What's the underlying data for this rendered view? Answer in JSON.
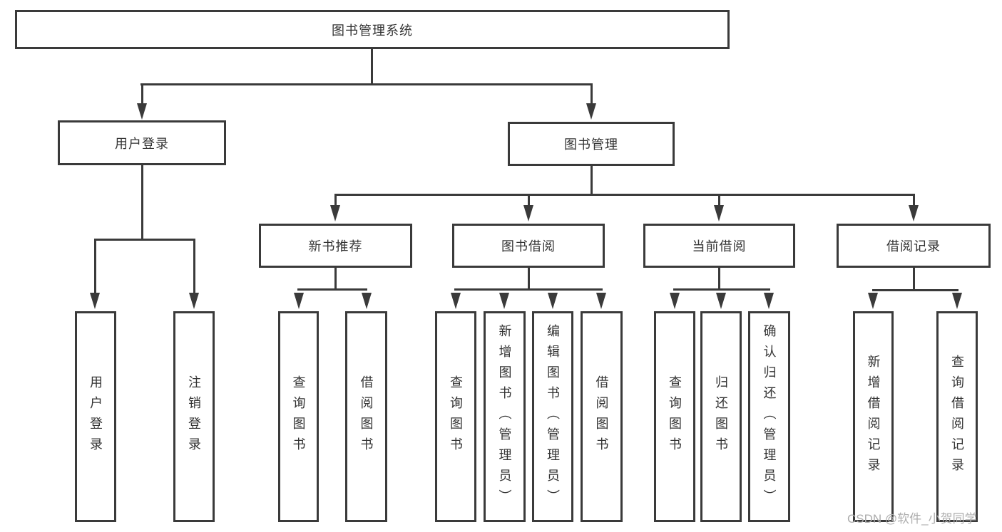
{
  "colors": {
    "line": "#3a3a3a",
    "box_border": "#3a3a3a",
    "text": "#333333",
    "watermark": "#adadad",
    "background": "#ffffff"
  },
  "watermark": {
    "text": "CSDN @软件_小贺同学"
  },
  "tree": {
    "root": {
      "label": "图书管理系统",
      "children": [
        {
          "label": "用户登录",
          "children": [
            {
              "label": "用户登录"
            },
            {
              "label": "注销登录"
            }
          ]
        },
        {
          "label": "图书管理",
          "children": [
            {
              "label": "新书推荐",
              "children": [
                {
                  "label": "查询图书"
                },
                {
                  "label": "借阅图书"
                }
              ]
            },
            {
              "label": "图书借阅",
              "children": [
                {
                  "label": "查询图书"
                },
                {
                  "label": "新增图书（管理员）"
                },
                {
                  "label": "编辑图书（管理员）"
                },
                {
                  "label": "借阅图书"
                }
              ]
            },
            {
              "label": "当前借阅",
              "children": [
                {
                  "label": "查询图书"
                },
                {
                  "label": "归还图书"
                },
                {
                  "label": "确认归还（管理员）"
                }
              ]
            },
            {
              "label": "借阅记录",
              "children": [
                {
                  "label": "新增借阅记录"
                },
                {
                  "label": "查询借阅记录"
                }
              ]
            }
          ]
        }
      ]
    }
  }
}
